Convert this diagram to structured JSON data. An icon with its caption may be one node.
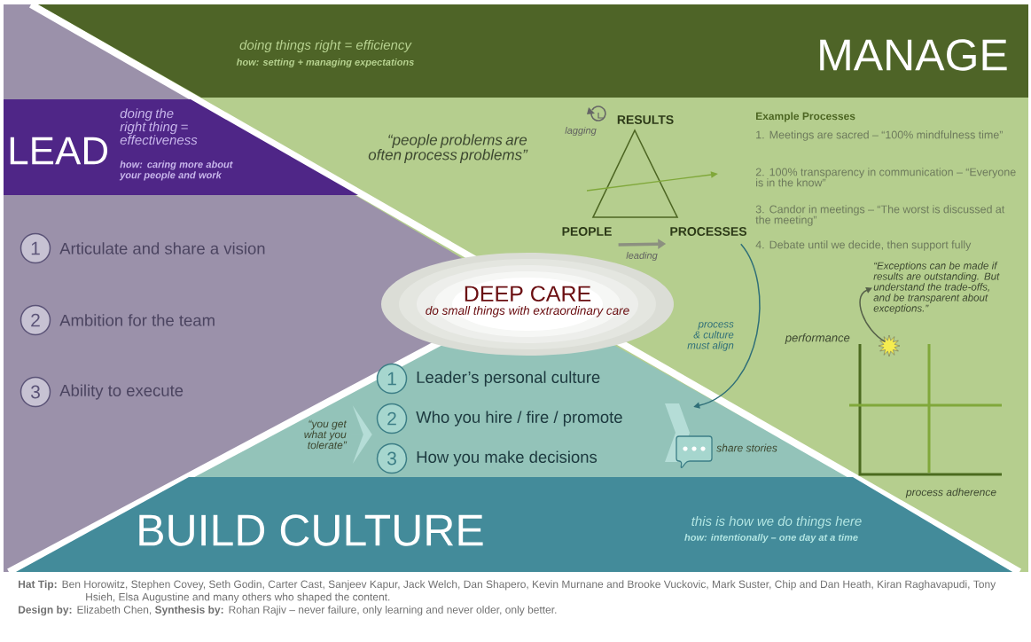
{
  "diagram": {
    "nodes": [
      {
        "text": [
          "doing things right = efficiency",
          "how: setting + managing expectations",
          "MANAGE"
        ]
      },
      {
        "text": [
          "LEAD",
          "doing the right thing = effectiveness",
          "how: caring more about your people and work"
        ]
      },
      {
        "text": [
          "BUILD CULTURE",
          "this is how we do things here",
          "how: intentionally – one day at a time"
        ]
      },
      {
        "text": [
          "DEEP CARE",
          "do small things with extraordinary care"
        ]
      },
      {
        "text": [
          "1"
        ],
        "beside": [
          "Articulate and share a vision"
        ]
      },
      {
        "text": [
          "2"
        ],
        "beside": [
          "Ambition for the team"
        ]
      },
      {
        "text": [
          "3"
        ],
        "beside": [
          "Ability to execute"
        ]
      },
      {
        "text": [
          "1"
        ],
        "beside": [
          "Leader’s personal culture"
        ]
      },
      {
        "text": [
          "2"
        ],
        "beside": [
          "Who you hire / fire / promote"
        ]
      },
      {
        "text": [
          "3"
        ],
        "beside": [
          "How you make decisions"
        ]
      },
      {
        "text": [
          "RESULTS"
        ]
      },
      {
        "text": [
          "PEOPLE"
        ]
      },
      {
        "text": [
          "PROCESSES"
        ]
      },
      {
        "text": [],
        "shape": "star"
      },
      {
        "text": [
          "“Exceptions can be made if results are outstanding. But understand the trade-offs, and be transparent about exceptions.”"
        ]
      },
      {
        "text": [
          "“you get what you tolerate”"
        ]
      },
      {
        "text": [],
        "shape": "chevron"
      }
    ],
    "edges": [
      {
        "from": 11,
        "to": 12,
        "arrow": "to",
        "label": "leading",
        "style": "thick",
        "color": "#8c9080"
      },
      {
        "from": 12,
        "to": 16,
        "arrow": "to",
        "label": "process & culture must align",
        "color": "#2f6f78"
      },
      {
        "from": 13,
        "to": 14,
        "arrow": "to",
        "color": "#56614a"
      },
      {
        "from": 15,
        "to": 8,
        "arrow": "to",
        "color": "#b5ddd7"
      }
    ],
    "labels": [
      "“people problems are often process problems”",
      "lagging",
      "Example Processes",
      "1. Meetings are sacred – “100% mindfulness time”",
      "2. 100% transparency in communication – “Everyone is in the know”",
      "3. Candor in meetings – “The worst is discussed at the meeting”",
      "4. Debate until we decide, then support fully",
      "performance",
      "share stories",
      "process adherence",
      "**Hat Tip:** Ben Horowitz, Stephen Covey, Seth Godin, Carter Cast, Sanjeev Kapur, Jack Welch, Dan Shapero, Kevin Murnane and Brooke Vuckovic, Mark Suster, Chip and Dan Heath, Kiran Raghavapudi, Tony Hsieh, Elsa Augustine and many others who shaped the content.",
      "**Design by:** Elizabeth Chen, **Synthesis by:** Rohan Rajiv – never failure, only learning and never older, only better."
    ]
  }
}
